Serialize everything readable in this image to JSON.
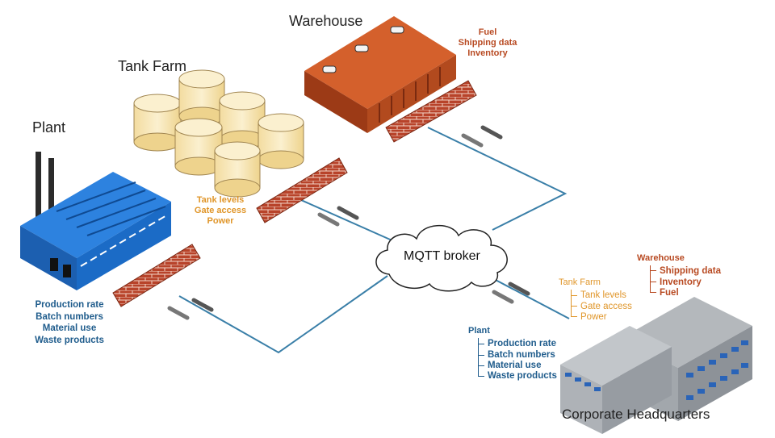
{
  "sites": {
    "warehouse": {
      "title": "Warehouse",
      "data": [
        "Fuel",
        "Shipping data",
        "Inventory"
      ]
    },
    "tank_farm": {
      "title": "Tank Farm",
      "data": [
        "Tank levels",
        "Gate access",
        "Power"
      ]
    },
    "plant": {
      "title": "Plant",
      "data": [
        "Production rate",
        "Batch numbers",
        "Material use",
        "Waste products"
      ]
    }
  },
  "broker": {
    "label": "MQTT broker"
  },
  "hq": {
    "title": "Corporate Headquarters",
    "warehouse": {
      "title": "Warehouse",
      "items": [
        "Shipping data",
        "Inventory",
        "Fuel"
      ]
    },
    "tank_farm": {
      "title": "Tank Farm",
      "items": [
        "Tank levels",
        "Gate access",
        "Power"
      ]
    },
    "plant": {
      "title": "Plant",
      "items": [
        "Production rate",
        "Batch numbers",
        "Material use",
        "Waste products"
      ]
    }
  },
  "colors": {
    "plant_blue": "#1f6fd1",
    "warehouse_red": "#c4501f",
    "tank_cream": "#f7e6b6",
    "brick": "#b8432a",
    "link_line": "#3a7fa8",
    "text_blue": "#1f5c8c",
    "text_orange": "#e0962a",
    "text_red": "#b84a22",
    "hq_gray": "#9aa0a6"
  },
  "icons": [
    "cloud-icon",
    "firewall-icon",
    "bidirectional-arrow-icon",
    "smokestack-icon",
    "storage-tank-icon"
  ]
}
